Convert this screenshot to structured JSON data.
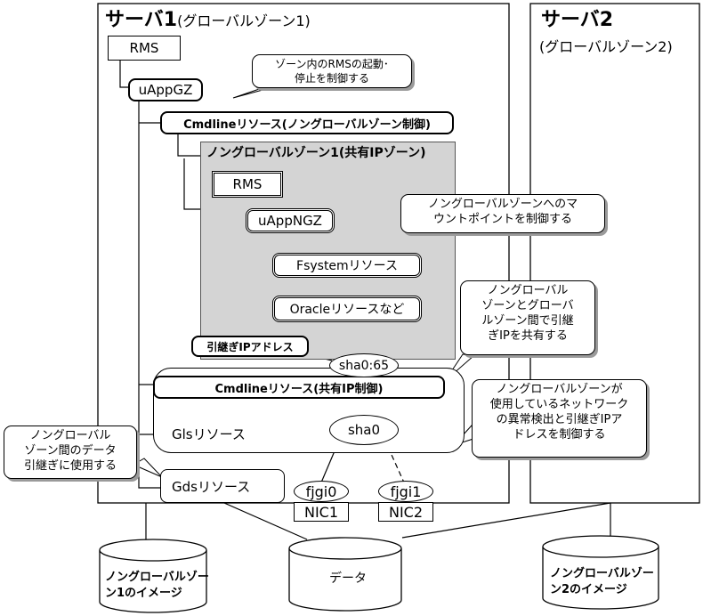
{
  "server1": {
    "title": "サーバ1",
    "subtitle": "(グローバルゾーン1)"
  },
  "server2": {
    "title": "サーバ2",
    "subtitle": "(グローバルゾーン2)"
  },
  "rms_gz": "RMS",
  "uappgz": "uAppGZ",
  "callout_rms": "ゾーン内のRMSの起動･\n停止を制御する",
  "cmdline_ngz": "Cmdlineリソース(ノングローバルゾーン制御)",
  "ngz1": {
    "title": "ノングローバルゾーン1(共有IPゾーン)",
    "rms": "RMS",
    "uappngz": "uAppNGZ",
    "fsystem": "Fsystemリソース",
    "oracle": "Oracleリソースなど"
  },
  "callout_mount": "ノングローバルゾーンへのマ\nウントポイントを制御する",
  "callout_share_ip": "ノングローバル\nゾーンとグローバ\nルゾーン間で引継\nぎIPを共有する",
  "takeover_ip": "引継ぎIPアドレス",
  "sha065": "sha0:65",
  "cmdline_ip": "Cmdlineリソース(共有IP制御)",
  "gls": "Glsリソース",
  "sha0": "sha0",
  "callout_gls": "ノングローバルゾーンが\n使用しているネットワーク\nの異常検出と引継ぎIPア\nドレスを制御する",
  "callout_gds": "ノングローバル\nゾーン間のデータ\n引継ぎに使用する",
  "gds": "Gdsリソース",
  "fjgi0": "fjgi0",
  "fjgi1": "fjgi1",
  "nic1": "NIC1",
  "nic2": "NIC2",
  "disk_ngz1": "ノングローバルゾー\nン1のイメージ",
  "disk_data": "データ",
  "disk_ngz2": "ノングローバルゾー\nン2のイメージ"
}
